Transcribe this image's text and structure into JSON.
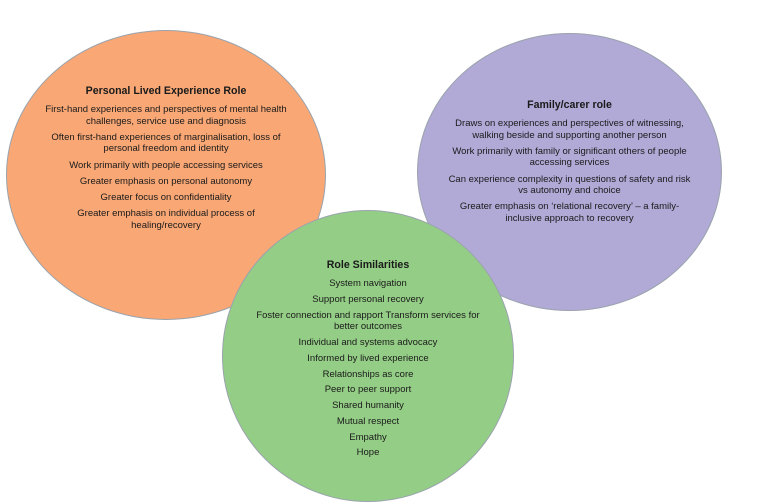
{
  "diagram": {
    "personal": {
      "title": "Personal Lived Experience Role",
      "color": "#f8a775",
      "items": [
        "First-hand experiences and perspectives of mental health challenges, service use and diagnosis",
        "Often first-hand experiences of marginalisation, loss of personal freedom and identity",
        "Work primarily with people accessing services",
        "Greater emphasis on personal autonomy",
        "Greater focus on confidentiality",
        "Greater emphasis on individual process of healing/recovery"
      ]
    },
    "family": {
      "title": "Family/carer role",
      "color": "#b1a9d6",
      "items": [
        "Draws on experiences and perspectives of witnessing, walking beside and supporting another person",
        "Work primarily with family or significant others of people accessing services",
        "Can experience complexity in questions of safety and risk vs autonomy and choice",
        "Greater emphasis on ‘relational recovery’ – a family-inclusive approach to recovery"
      ]
    },
    "similarities": {
      "title": "Role Similarities",
      "color": "#94cd86",
      "items": [
        "System navigation",
        "Support personal recovery",
        "Foster connection and rapport Transform services for better outcomes",
        "Individual and systems advocacy",
        "Informed by lived experience",
        "Relationships as core",
        "Peer to peer support",
        "Shared humanity",
        "Mutual respect",
        "Empathy",
        "Hope"
      ]
    }
  }
}
